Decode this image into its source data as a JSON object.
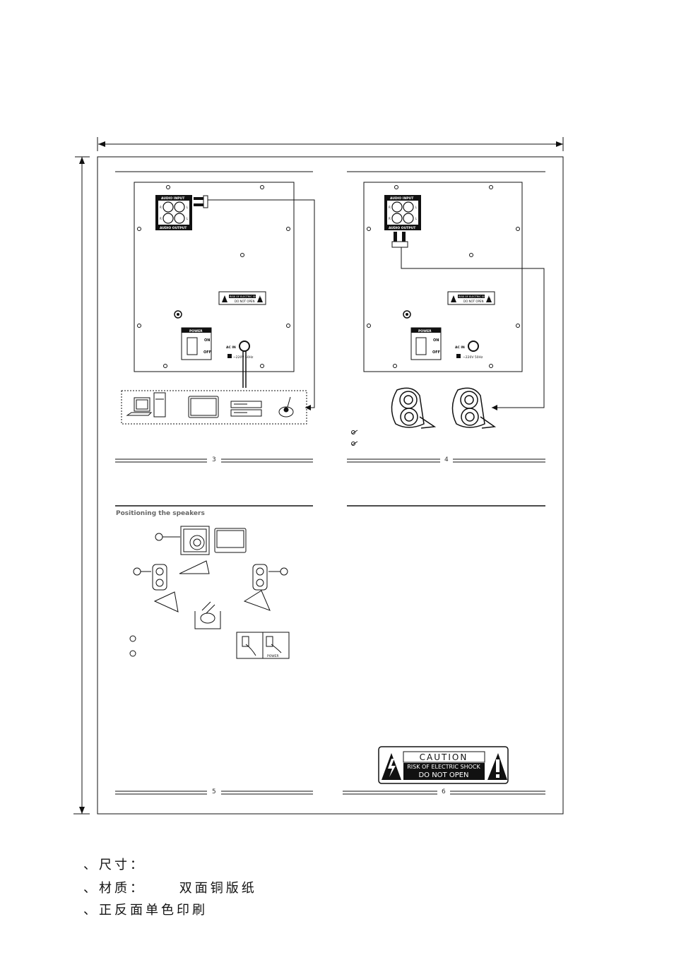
{
  "panels": {
    "p3": {
      "page_number": "3",
      "rear_panel": {
        "audio_input_label": "AUDIO INPUT",
        "audio_output_label": "AUDIO OUTPUT",
        "jack_l": "L",
        "jack_r": "R",
        "warning_line1": "RISK OF ELECTRIC SHOCK",
        "warning_line2": "DO NOT OPEN",
        "power_label": "POWER",
        "on_label": "ON",
        "off_label": "OFF",
        "ac_in_label": "AC IN",
        "voltage_label": "~220V 50Hz"
      }
    },
    "p4": {
      "page_number": "4",
      "rear_panel": {
        "audio_input_label": "AUDIO INPUT",
        "audio_output_label": "AUDIO OUTPUT",
        "jack_l": "L",
        "jack_r": "R",
        "warning_line1": "RISK OF ELECTRIC SHOCK",
        "warning_line2": "DO NOT OPEN",
        "power_label": "POWER",
        "on_label": "ON",
        "off_label": "OFF",
        "ac_in_label": "AC IN",
        "voltage_label": "~220V 50Hz"
      }
    },
    "p5": {
      "page_number": "5",
      "section_title": "Positioning the speakers",
      "power_label": "POWER"
    },
    "p6": {
      "page_number": "6",
      "caution": {
        "title": "CAUTION",
        "line1": "RISK OF ELECTRIC SHOCK",
        "line2": "DO NOT OPEN"
      }
    }
  },
  "specs": [
    {
      "label": "、尺寸：",
      "value": ""
    },
    {
      "label": "、材质：",
      "value": "双面铜版纸"
    },
    {
      "label": "、正反面单色印刷",
      "value": ""
    }
  ]
}
